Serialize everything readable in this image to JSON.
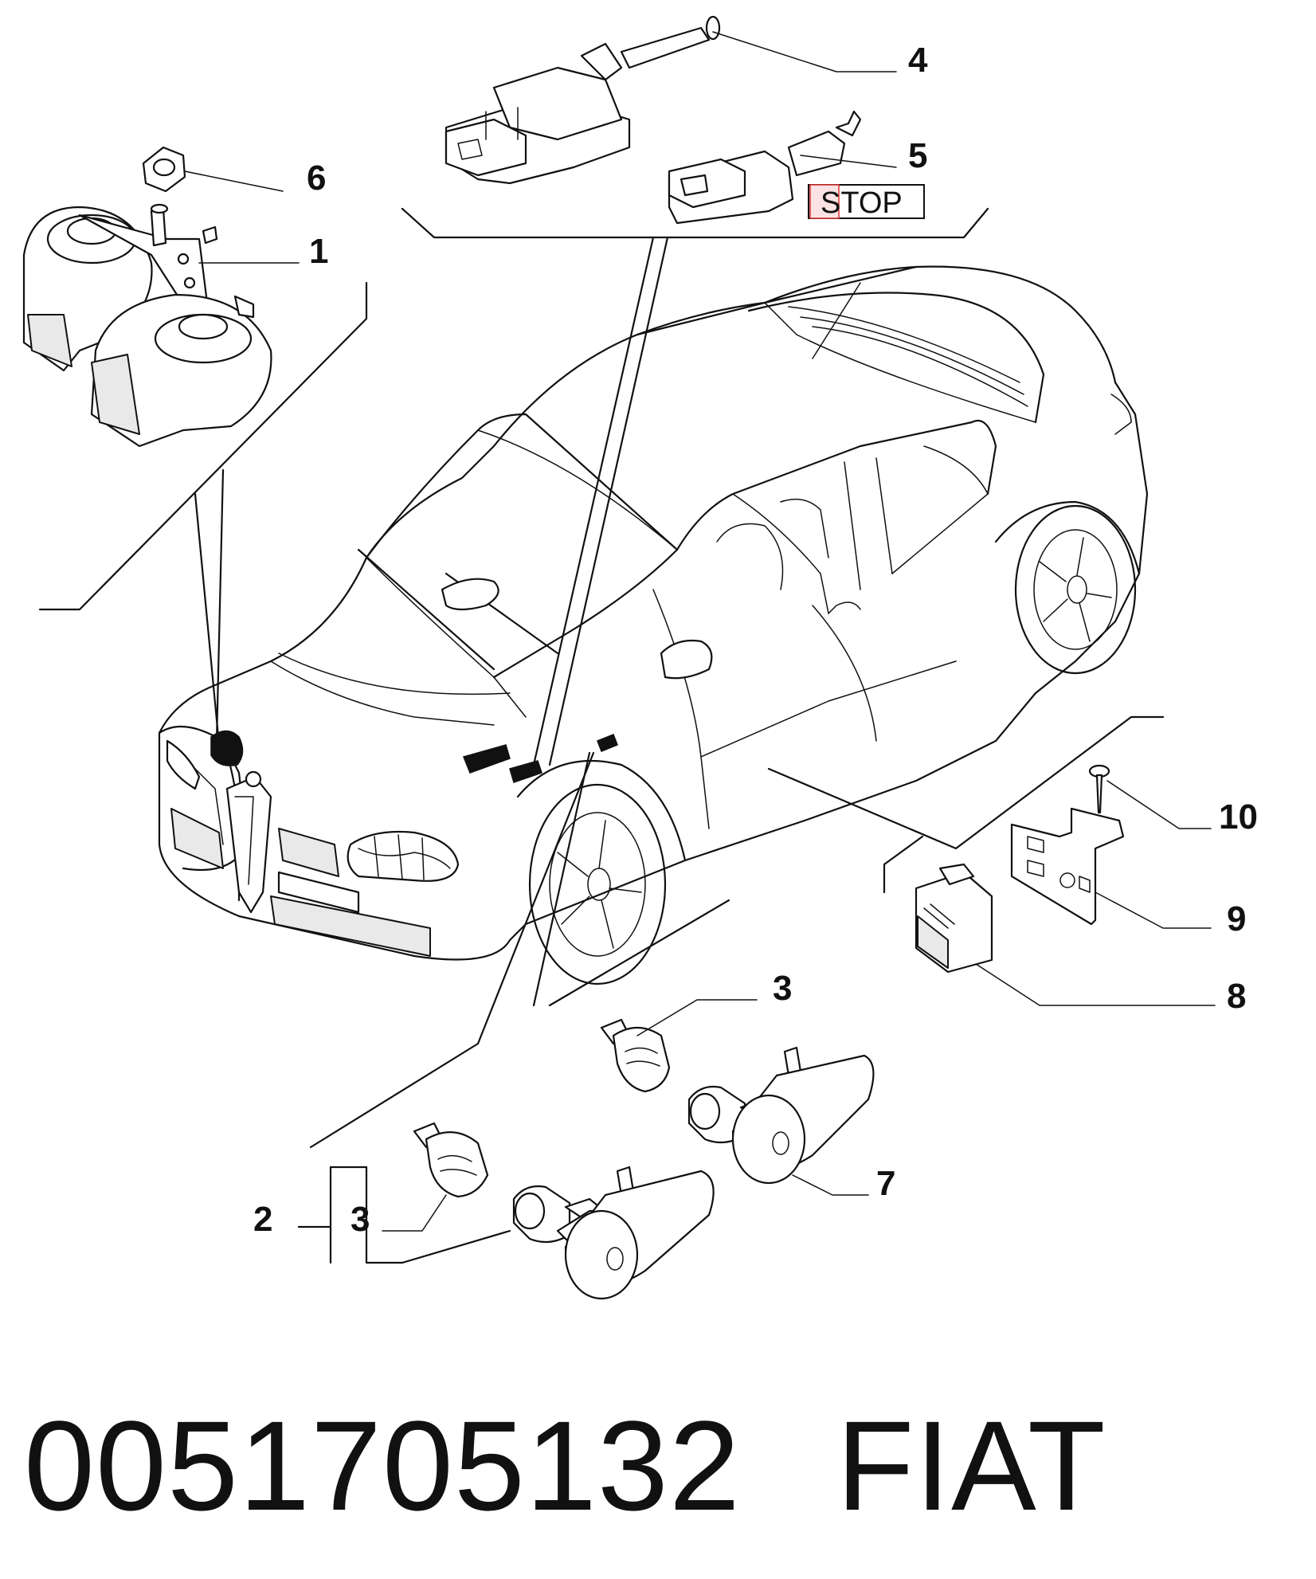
{
  "callouts": {
    "c1": "1",
    "c2": "2",
    "c3a": "3",
    "c3b": "3",
    "c4": "4",
    "c5": "5",
    "c6": "6",
    "c7": "7",
    "c8": "8",
    "c9": "9",
    "c10": "10"
  },
  "stop_label": "STOP",
  "footer": {
    "part_number": "0051705132",
    "brand": "FIAT"
  }
}
